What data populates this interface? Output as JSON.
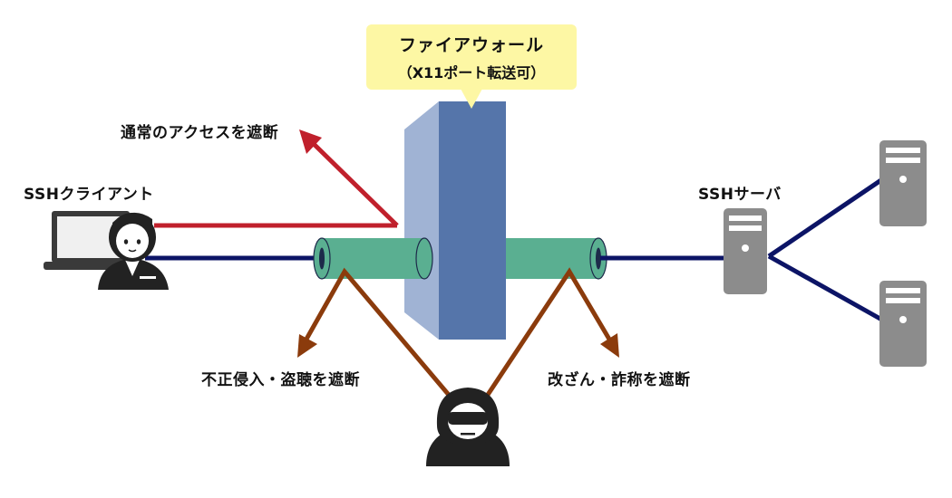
{
  "firewall": {
    "title": "ファイアウォール",
    "subtitle": "（X11ポート転送可）"
  },
  "labels": {
    "ssh_client": "SSHクライアント",
    "ssh_server": "SSHサーバ",
    "normal_access_blocked": "通常のアクセスを遮断",
    "intrusion_blocked": "不正侵入・盗聴を遮断",
    "tamper_blocked": "改ざん・詐称を遮断"
  },
  "colors": {
    "normal_line": "#c0202c",
    "ssh_line": "#0c1466",
    "attack_line": "#8b3b0c",
    "tunnel": "#5aaf91",
    "firewall_front": "#5575aa",
    "firewall_side": "#a0b3d4",
    "callout_bg": "#fdf7a4",
    "device_gray": "#8c8c8c"
  }
}
